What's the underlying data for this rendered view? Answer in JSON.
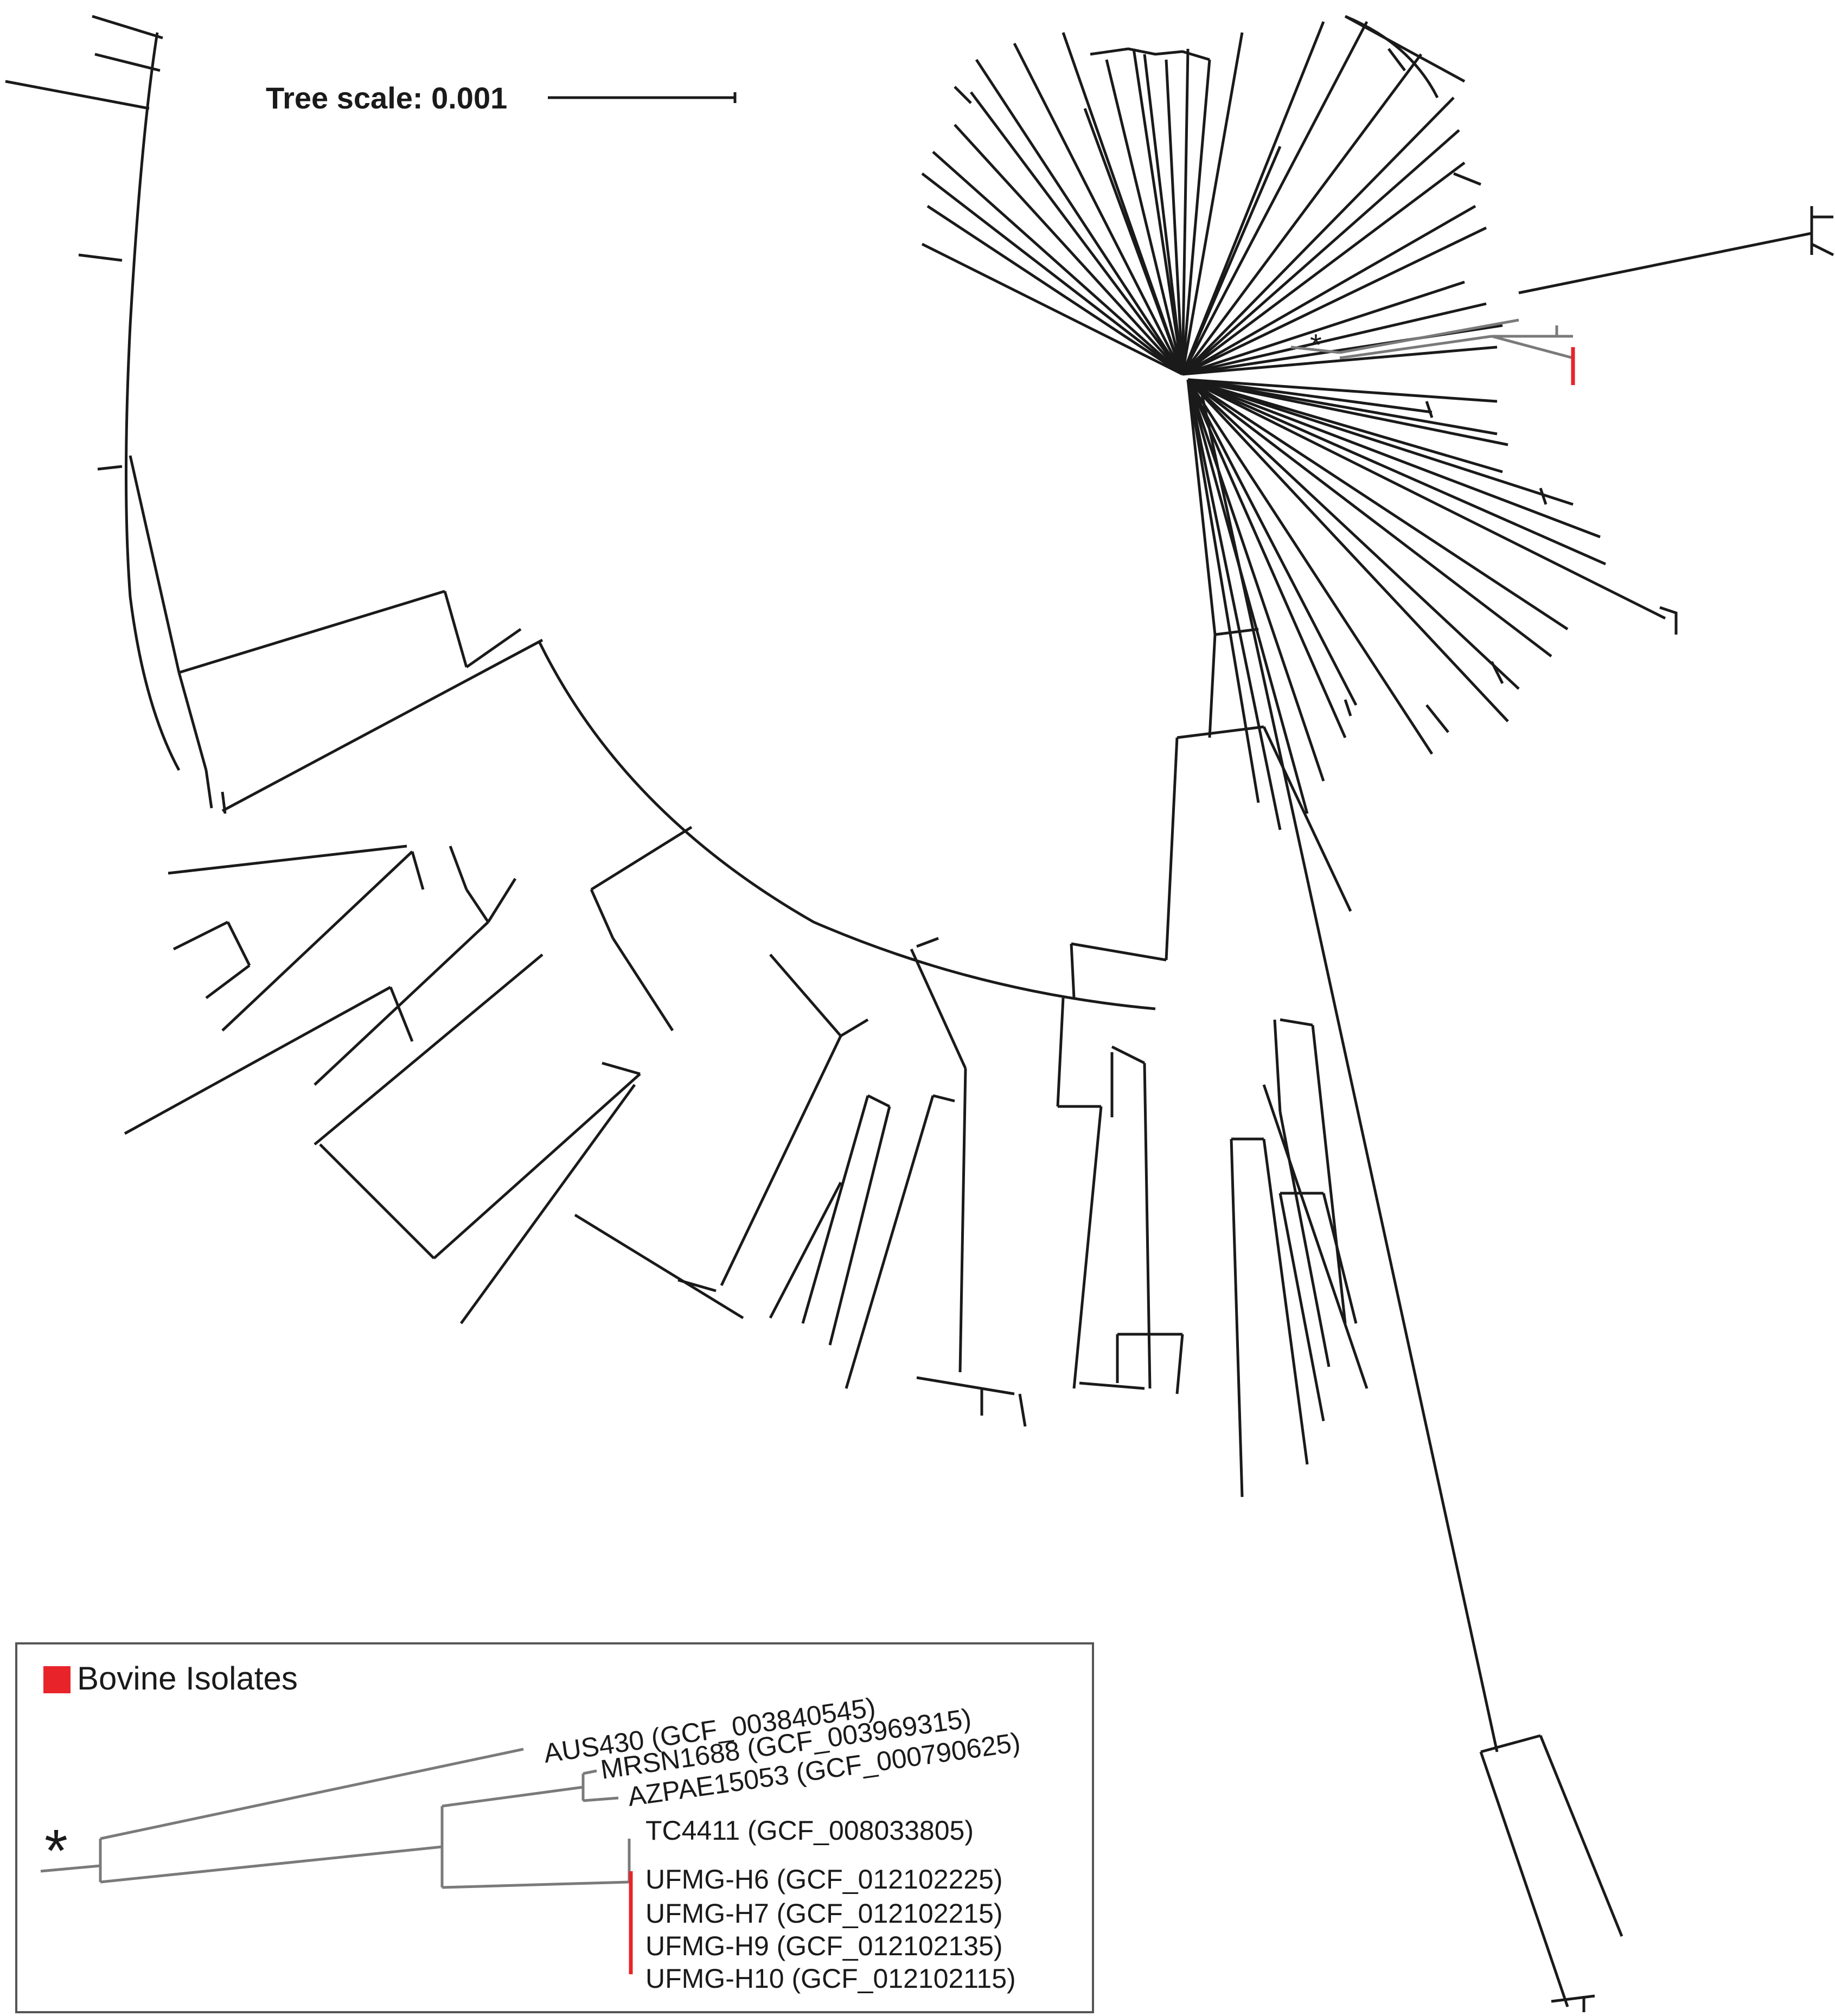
{
  "scale_bar": {
    "label": "Tree scale: 0.001"
  },
  "colors": {
    "branch": "#1a1a1a",
    "highlight_clade": "#7a7a7a",
    "bovine": "#e8242a",
    "inset_border": "#555555"
  },
  "main_marker": "*",
  "inset": {
    "legend_label": "Bovine Isolates",
    "marker": "*",
    "leaves": [
      {
        "name": "AUS430 (GCF_003840545)",
        "bovine": false
      },
      {
        "name": "MRSN1688 (GCF_003969315)",
        "bovine": false
      },
      {
        "name": "AZPAE15053 (GCF_000790625)",
        "bovine": false
      },
      {
        "name": "TC4411 (GCF_008033805)",
        "bovine": false
      },
      {
        "name": "UFMG-H6 (GCF_012102225)",
        "bovine": true
      },
      {
        "name": "UFMG-H7 (GCF_012102215)",
        "bovine": true
      },
      {
        "name": "UFMG-H9 (GCF_012102135)",
        "bovine": true
      },
      {
        "name": "UFMG-H10 (GCF_012102115)",
        "bovine": true
      }
    ]
  }
}
